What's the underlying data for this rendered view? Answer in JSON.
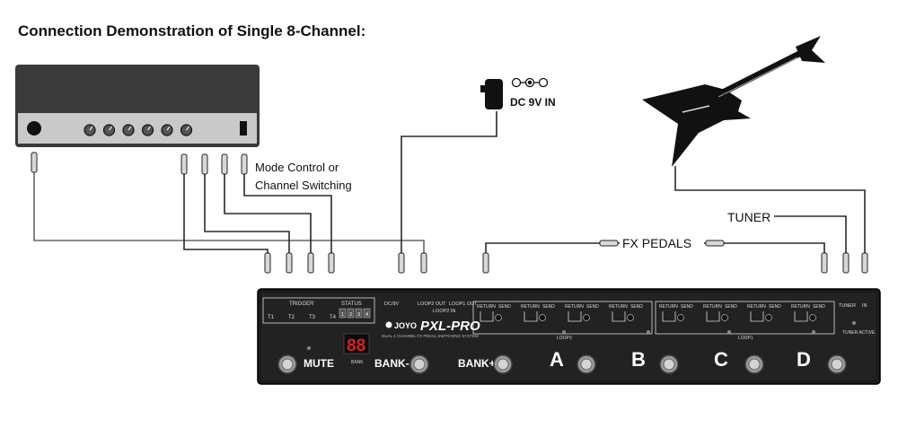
{
  "heading": "Connection Demonstration of Single 8-Channel:",
  "labels": {
    "mode_control_line1": "Mode Control or",
    "mode_control_line2": "Channel Switching",
    "power_in": "DC 9V IN",
    "tuner": "TUNER",
    "fx_pedals": "FX PEDALS"
  },
  "pedal": {
    "brand": "JOYO",
    "model": "PXL-PRO",
    "subtitle": "DUAL 4 CHANNEL FX PEDAL SWITCHING SYSTEM",
    "trigger_title": "TRIGGER",
    "trigger_labels": [
      "T1",
      "T2",
      "T3",
      "T4"
    ],
    "status_title": "STATUS",
    "status_labels": [
      "1",
      "2",
      "3",
      "4"
    ],
    "dc_label": "DC/9V",
    "loop2_out": "LOOP2 OUT",
    "loop2_in": "LOOP2 IN",
    "loop1_out": "LOOP1 OUT",
    "return_label": "RETURN",
    "send_label": "SEND",
    "loop3_label": "LOOP3",
    "loop1_label": "LOOP1",
    "tuner_label": "TUNER",
    "in_label": "IN",
    "tuner_active": "TUNER ACTIVE",
    "display": "88",
    "bank_small": "BANK",
    "footswitches": [
      "MUTE",
      "BANK-",
      "BANK+",
      "A",
      "B",
      "C",
      "D"
    ]
  },
  "amp": {
    "knob_count": 6
  }
}
